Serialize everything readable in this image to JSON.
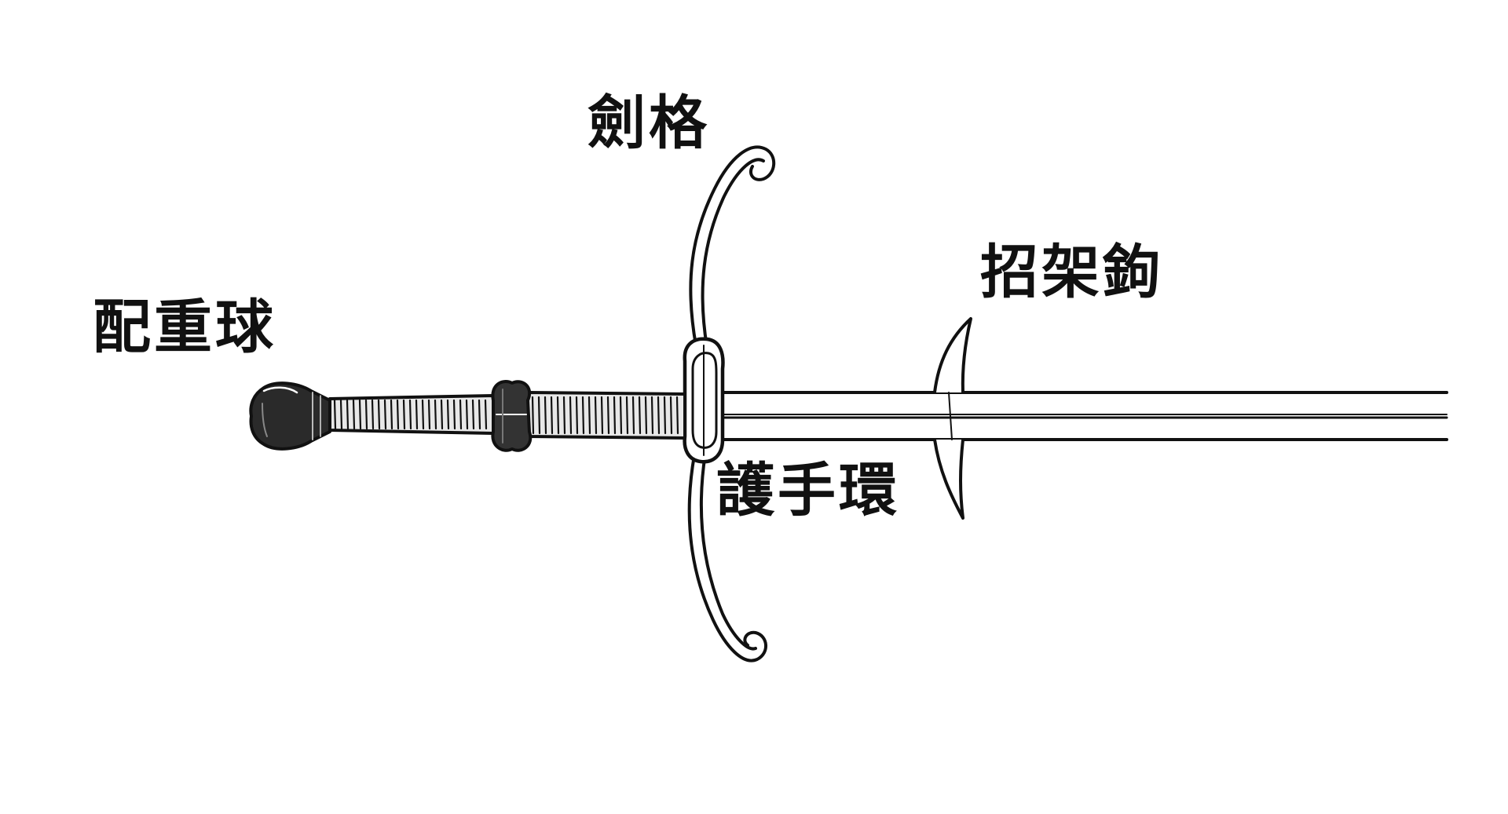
{
  "labels": {
    "pommel": "配重球",
    "crossguard": "劍格",
    "parrying_hook": "招架鉤",
    "finger_ring": "護手環"
  },
  "colors": {
    "ink": "#111111",
    "background": "#ffffff",
    "grip_fill": "#e8e8e8"
  }
}
